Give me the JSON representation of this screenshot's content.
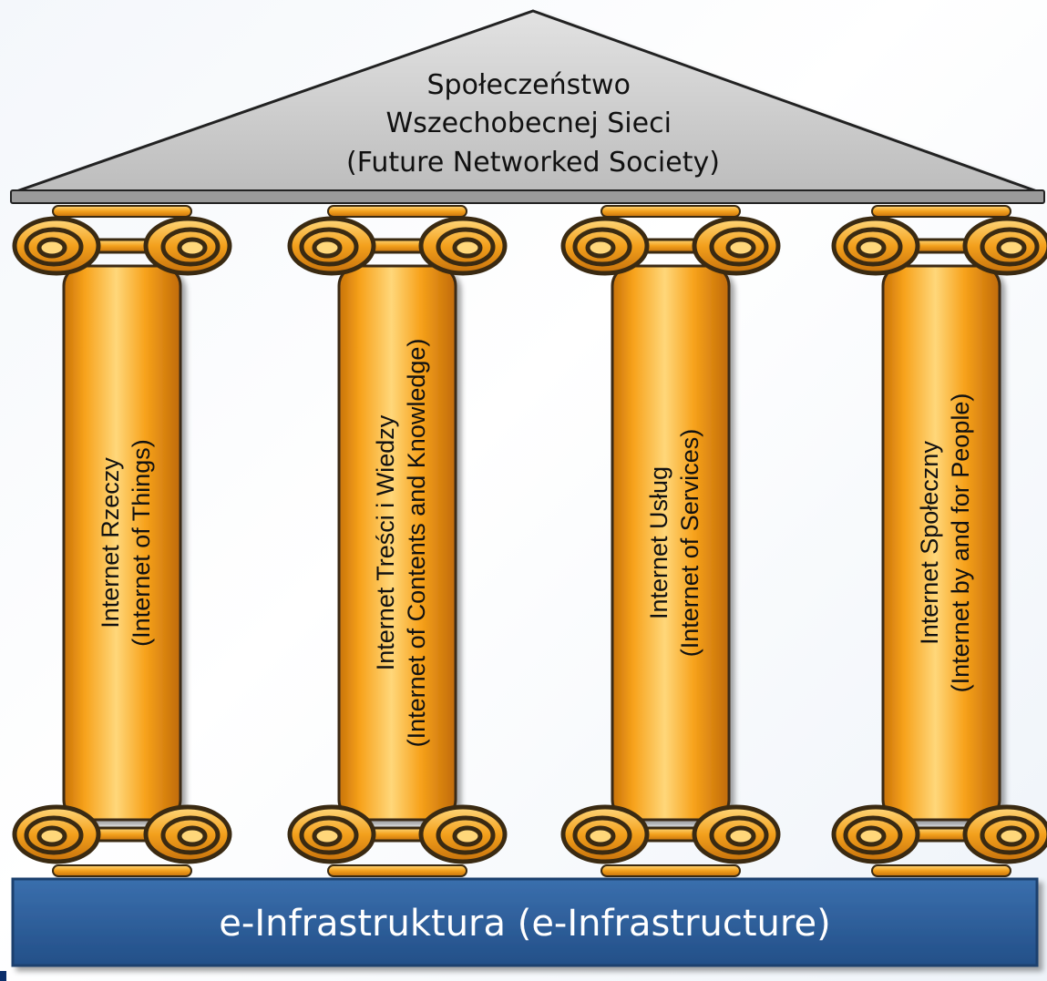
{
  "roof": {
    "lines": [
      "Społeczeństwo",
      "Wszechobecnej Sieci",
      "(Future Networked Society)"
    ]
  },
  "pillars": [
    {
      "line1": "Internet Rzeczy",
      "line2": "(Internet of Things)"
    },
    {
      "line1": "Internet Treści i Wiedzy",
      "line2": "(Internet of Contents and Knowledge)"
    },
    {
      "line1": "Internet Usług",
      "line2": "(Internet of Services)"
    },
    {
      "line1": "Internet Społeczny",
      "line2": "(Internet by and for People)"
    }
  ],
  "base": {
    "label": "e-Infrastruktura (e-Infrastructure)"
  },
  "colors": {
    "roof_fill": "#c8c8c8",
    "pillar_fill": "#f7a21b",
    "pillar_highlight": "#ffd77a",
    "scroll_outline": "#3a2a12",
    "base_fill": "#2e5e99",
    "base_text": "#ffffff"
  }
}
